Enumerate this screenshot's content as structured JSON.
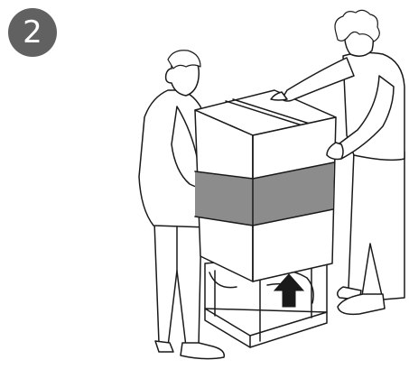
{
  "step": {
    "number": "2"
  },
  "colors": {
    "badge": "#616161",
    "band": "#8c8c8c",
    "arrow": "#1a1a1a",
    "line": "#1a1a1a"
  },
  "illustration": {
    "figures": [
      {
        "name": "person-left"
      },
      {
        "name": "person-right"
      }
    ],
    "objects": [
      {
        "name": "boxed-appliance"
      },
      {
        "name": "packaging-base"
      },
      {
        "name": "up-arrow-icon"
      }
    ]
  }
}
